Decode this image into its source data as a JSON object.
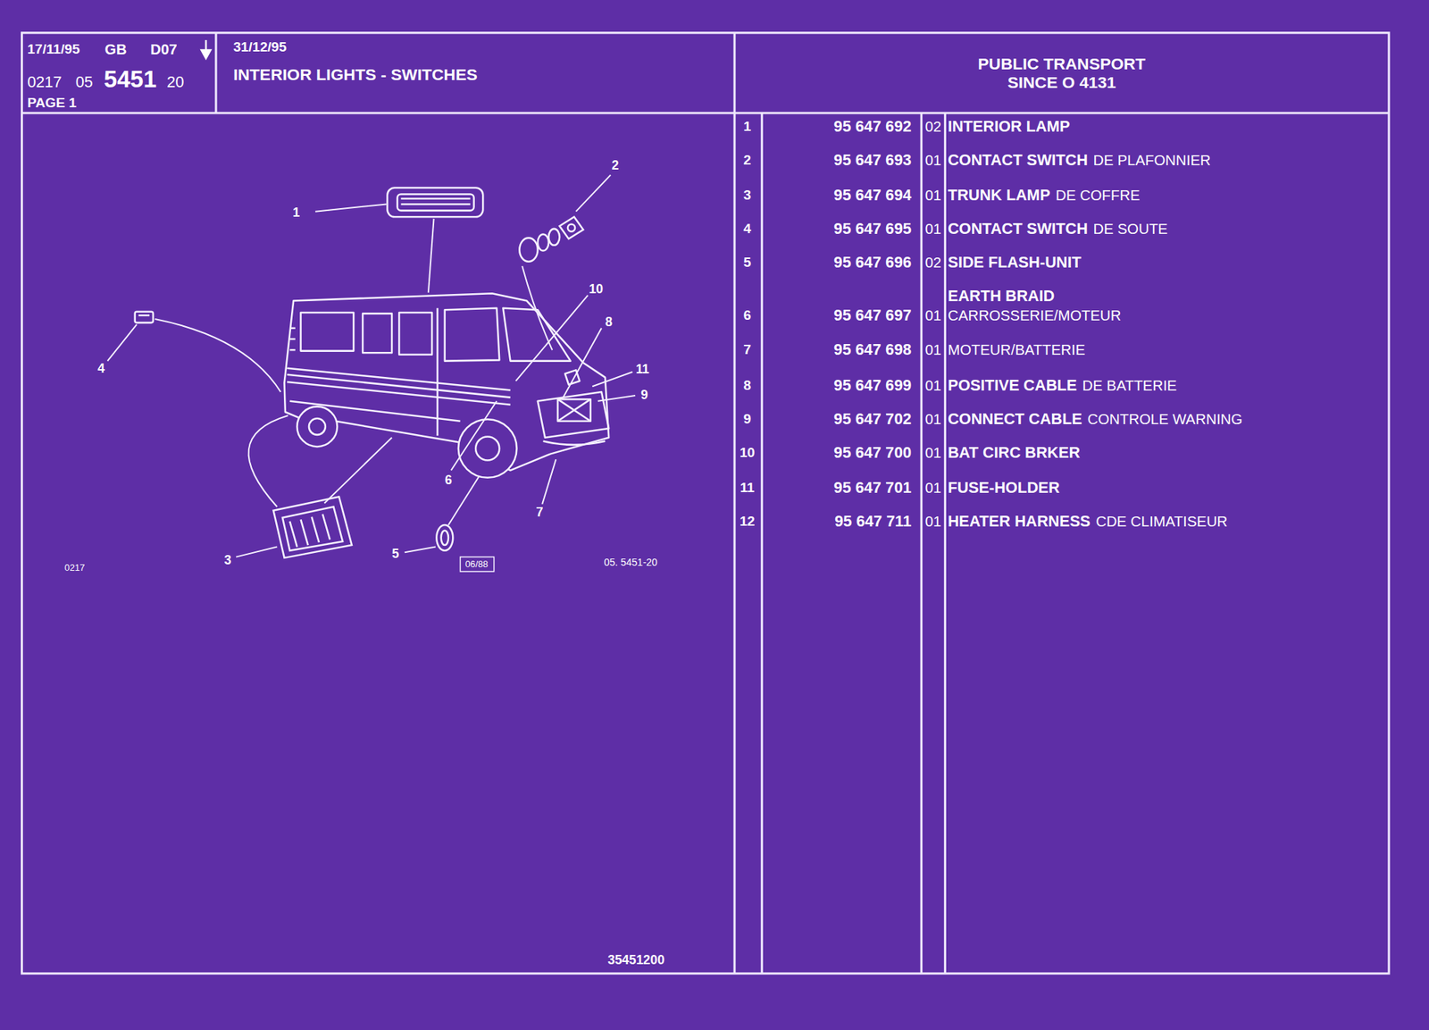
{
  "diagram": {
    "title": "INTERIOR LIGHTS - SWITCHES",
    "nodes": [
      {
        "text": [
          "17/11/95",
          "GB",
          "D07",
          "0217",
          "05",
          "5451",
          "20",
          "PAGE 1"
        ]
      },
      {
        "text": [
          "31/12/95"
        ]
      },
      {
        "text": [
          "PUBLIC TRANSPORT SINCE O 4131"
        ]
      }
    ],
    "labels": [
      "1",
      "2",
      "10",
      "8",
      "11",
      "9",
      "4",
      "6",
      "7",
      "3",
      "5",
      "0217",
      "06/88",
      "05. 5451-20",
      "1",
      "95 647 692",
      "02",
      "INTERIOR LAMP",
      "2",
      "95 647 693",
      "01",
      "CONTACT SWITCH",
      "DE PLAFONNIER",
      "3",
      "95 647 694",
      "01",
      "TRUNK LAMP",
      "DE COFFRE",
      "4",
      "95 647 695",
      "01",
      "CONTACT SWITCH",
      "DE SOUTE",
      "5",
      "95 647 696",
      "02",
      "SIDE FLASH-UNIT",
      "EARTH BRAID",
      "6",
      "95 647 697",
      "01",
      "CARROSSERIE/MOTEUR",
      "7",
      "95 647 698",
      "01",
      "MOTEUR/BATTERIE",
      "8",
      "95 647 699",
      "01",
      "POSITIVE CABLE",
      "DE BATTERIE",
      "9",
      "95 647 702",
      "01",
      "CONNECT CABLE",
      "CONTROLE WARNING",
      "10",
      "95 647 700",
      "01",
      "BAT CIRC BRKER",
      "11",
      "95 647 701",
      "01",
      "FUSE-HOLDER",
      "12",
      "95 647 711",
      "01",
      "HEATER HARNESS",
      "CDE CLIMATISEUR",
      "35451200"
    ]
  }
}
